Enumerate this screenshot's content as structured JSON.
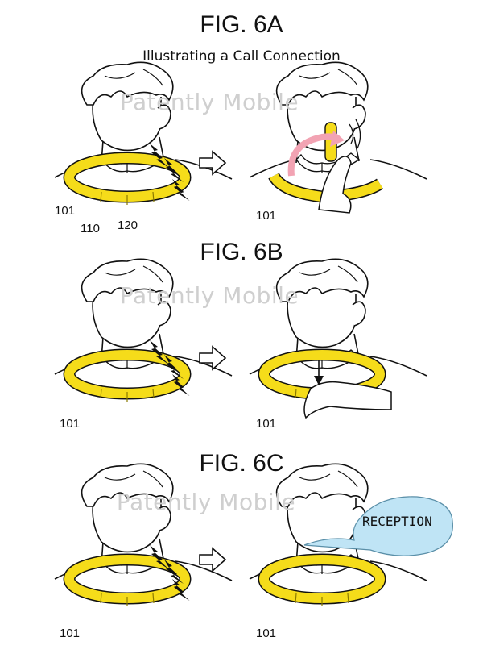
{
  "figures": {
    "fig_6a": {
      "title": "FIG. 6A",
      "subtitle": "Illustrating a Call Connection",
      "labels": {
        "ring": "101",
        "left_part": "110",
        "right_part": "120",
        "ring_after": "101"
      }
    },
    "fig_6b": {
      "title": "FIG. 6B",
      "labels": {
        "ring": "101",
        "ring_after": "101"
      }
    },
    "fig_6c": {
      "title": "FIG. 6C",
      "labels": {
        "ring": "101",
        "ring_after": "101"
      },
      "speech_bubble": "RECEPTION"
    }
  },
  "watermark": "Patently Mobile",
  "colors": {
    "device": "#f5dc1a",
    "device_dark": "#d9bd00",
    "outline": "#111111",
    "rotate_arrow": "#f2a3b3",
    "bubble": "#bfe4f5",
    "watermark": "#cfcfcf"
  }
}
